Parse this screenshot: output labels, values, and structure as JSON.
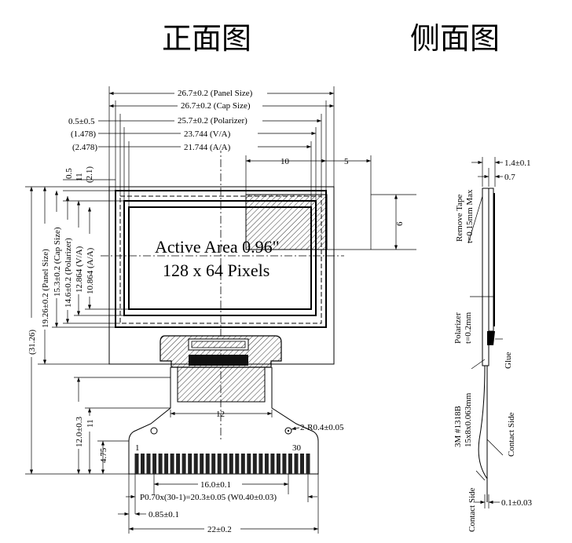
{
  "titles": {
    "front": "正面图",
    "side": "侧面图"
  },
  "front": {
    "active_area": "Active Area 0.96\"",
    "pixels": "128 x 64 Pixels",
    "h_dims": {
      "panel": "26.7±0.2 (Panel Size)",
      "cap": "26.7±0.2 (Cap Size)",
      "pol_off": "0.5±0.5",
      "pol": "25.7±0.2 (Polarizer)",
      "va_off": "(1.478)",
      "va": "23.744 (V/A)",
      "aa_off": "(2.478)",
      "aa": "21.744 (A/A)",
      "d10": "10",
      "d5": "5",
      "d12": "12",
      "d16": "16.0±0.1",
      "pitch": "P0.70x(30-1)=20.3±0.05 (W0.40±0.03)",
      "d085": "0.85±0.1",
      "d22": "22±0.2"
    },
    "v_dims": {
      "d05": "0.5",
      "d11": "11",
      "d21": "(2.1)",
      "total": "(31.26)",
      "panel": "19.26±0.2 (Panel Size)",
      "cap": "15.3±0.2 (Cap Size)",
      "pol": "14.6±0.2 (Polarizer)",
      "va": "12.864 (V/A)",
      "aa": "10.864 (A/A)",
      "d6": "6",
      "d12": "12.0±0.3",
      "d475": "4.75"
    },
    "radius": "2-R0.4±0.05",
    "pin_first": "1",
    "pin_last": "30"
  },
  "side": {
    "d14": "1.4±0.1",
    "d07": "0.7",
    "tape": "Remove Tape",
    "tape_t": "t=0.15mm Max",
    "pol": "Polarizer",
    "pol_t": "t=0.2mm",
    "glue": "Glue",
    "tape_3m": "3M #1318B",
    "tape_size": "15x8x0.063mm",
    "contact_right": "Contact Side",
    "contact_left": "Contact Side",
    "d01": "0.1±0.03"
  }
}
